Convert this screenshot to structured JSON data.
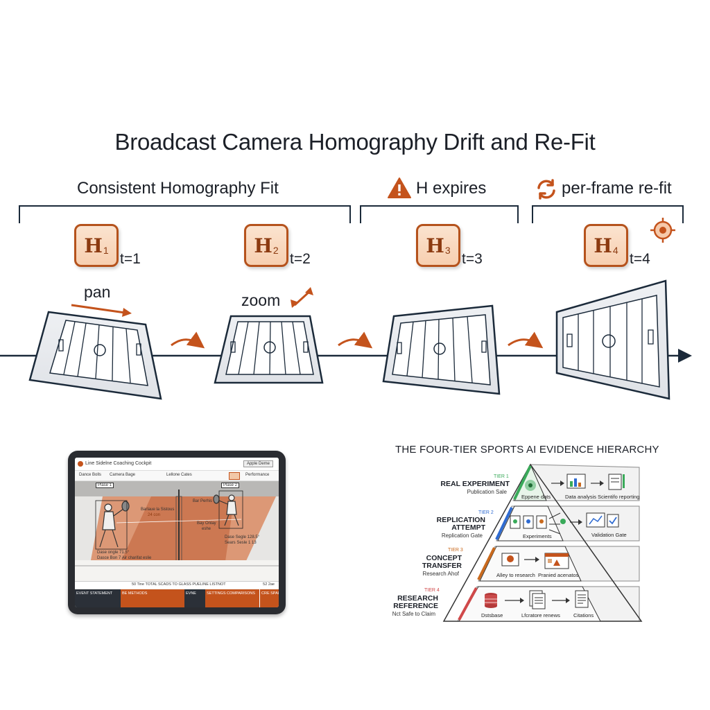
{
  "title": "Broadcast Camera Homography Drift and Re-Fit",
  "phases": [
    {
      "label": "Consistent Homography Fit"
    },
    {
      "label": "H expires",
      "icon": "warning-icon"
    },
    {
      "label": "per-frame re-fit",
      "icon": "refresh-icon"
    }
  ],
  "frames": [
    {
      "h_letter": "H",
      "h_sub": "1",
      "time": "t=1",
      "motion": "pan"
    },
    {
      "h_letter": "H",
      "h_sub": "2",
      "time": "t=2",
      "motion": "zoom"
    },
    {
      "h_letter": "H",
      "h_sub": "3",
      "time": "t=3",
      "motion": ""
    },
    {
      "h_letter": "H",
      "h_sub": "4",
      "time": "t=4",
      "motion": "",
      "icon": "target-icon"
    }
  ],
  "colors": {
    "accent": "#c4531c",
    "dark": "#1b2a3a",
    "tier1": "#3aaa5a",
    "tier2": "#2f6bd1",
    "tier3": "#c96a1e",
    "tier4": "#d0494a"
  },
  "tablet": {
    "app_title": "Line Sidelne Coaching Cockpit",
    "top_button": "Apple Deme",
    "tabs": [
      "Dance Bolls",
      "Camera Bage",
      "Lellone Cates",
      "Performance"
    ],
    "player_left_tag": "Plase 1",
    "player_right_tag": "Plase 2",
    "center_note_1": "Barlaue la Sistous",
    "center_note_2": "24 con",
    "right_note_1": "Bar Perhis",
    "right_note_2": "Bay Onlay",
    "right_note_3": "eshe",
    "left_stat_1": "Dase ongle 71.5°",
    "left_stat_2": "Dasce Bon 7 Air charifat eslie",
    "right_stat_1": "Dase Segle 128.5°",
    "right_stat_2": "Sears Sesle 1 13",
    "timeline_label": "50 Tine TOTAL SCADS TO GLASS PUELINE LISTNOT",
    "timeline_end": "52 2ae",
    "footer_cells": [
      "EVENT STATEMENT",
      "BE METHODS",
      "EVNE",
      "SETTINGS COMPARISONS",
      "CRE SPALE"
    ]
  },
  "hierarchy": {
    "title": "THE FOUR-TIER SPORTS AI EVIDENCE HIERARCHY",
    "tiers": [
      {
        "tag": "TIER 1",
        "name_lines": [
          "REAL EXPERIMENT"
        ],
        "sub": "Publication Sale",
        "captions": [
          "Eppene dats",
          "Data analysis",
          "Scientifo reporting"
        ]
      },
      {
        "tag": "TIER 2",
        "name_lines": [
          "REPLICATION",
          "ATTEMPT"
        ],
        "sub": "Replication Gate",
        "captions": [
          "Experiments",
          "Validation Gate"
        ]
      },
      {
        "tag": "TIER 3",
        "name_lines": [
          "CONCEPT",
          "TRANSFER"
        ],
        "sub": "Research Ahof",
        "captions": [
          "Alley to research",
          "Pranied acenatos"
        ]
      },
      {
        "tag": "TIER 4",
        "name_lines": [
          "RESEARCH",
          "REFERENCE"
        ],
        "sub": "Nct Safe to Claim",
        "captions": [
          "Dstsbase",
          "Lfcratore renews",
          "Citations"
        ]
      }
    ]
  }
}
